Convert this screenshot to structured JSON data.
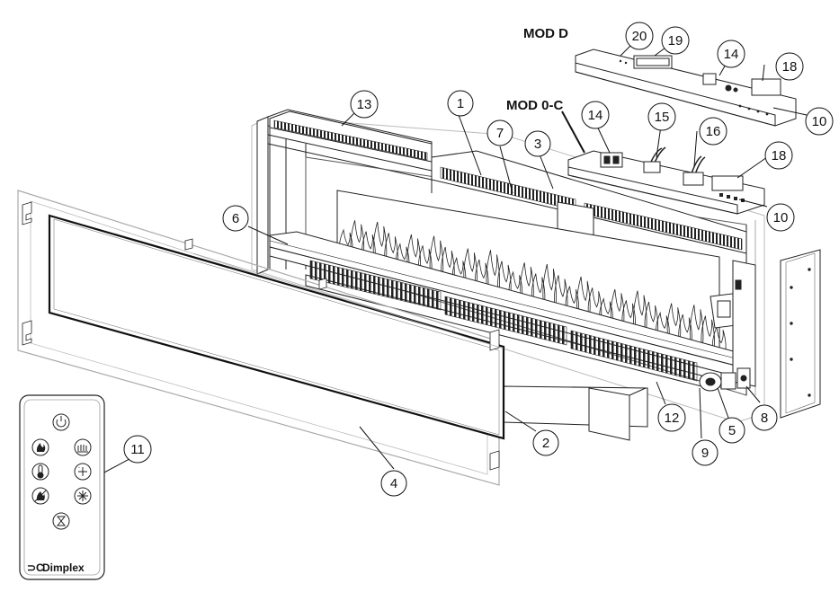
{
  "module_labels": {
    "mod_d": "MOD D",
    "mod_0c": "MOD 0-C"
  },
  "callouts": {
    "c1": "1",
    "c2": "2",
    "c3": "3",
    "c4": "4",
    "c5": "5",
    "c6": "6",
    "c7": "7",
    "c8": "8",
    "c9": "9",
    "c10a": "10",
    "c10b": "10",
    "c11": "11",
    "c12": "12",
    "c13": "13",
    "c14a": "14",
    "c14b": "14",
    "c15": "15",
    "c16": "16",
    "c18a": "18",
    "c18b": "18",
    "c19": "19",
    "c20": "20"
  },
  "remote": {
    "brand_logo_text": "Dimplex",
    "buttons": [
      "power-icon",
      "flame-icon",
      "heater-icon",
      "thermometer-icon",
      "temp-adjust-icon",
      "flame-colour-icon",
      "light-icon",
      "timer-icon"
    ]
  }
}
